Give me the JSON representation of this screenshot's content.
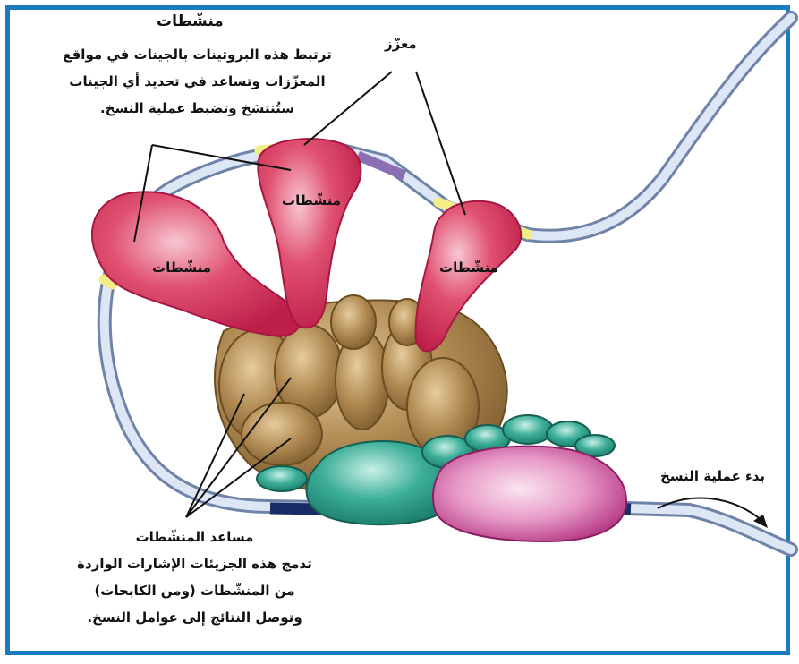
{
  "colors": {
    "frame": "#1b7bbf",
    "dna_outer": "#7e8fb0",
    "dna_inner": "#dbe4f4",
    "activator": "#cc2a55",
    "enhancer": "#f1ee86",
    "coactivator": "#8d6a3a",
    "teal": "#2aa08c",
    "magenta": "#c23c8c",
    "dark_blue": "#182d66",
    "purple": "#8a6fb3"
  },
  "labels": {
    "activators_title": "منشّطات",
    "activators_desc": [
      "ترتبط هذه البروتينات بالجينات في مواقع",
      "المعزّزات وتساعد في تحديد أي الجينات",
      "ستُنتسَخ وتضبط عملية النسخ."
    ],
    "enhancer": "معزّز",
    "activator_1": "منشّطات",
    "activator_2": "منشّطات",
    "activator_3": "منشّطات",
    "coactivators_title": "مساعد المنشّطات",
    "coactivators_desc": [
      "تدمج هذه الجزيئات الإشارات الواردة",
      "من المنشّطات (ومن الكابحات)",
      "وتوصل النتائج إلى عوامل النسخ."
    ],
    "transcription_start": "بدء عملية النسخ"
  },
  "icons": {
    "arrow": "curved-arrow-icon"
  }
}
